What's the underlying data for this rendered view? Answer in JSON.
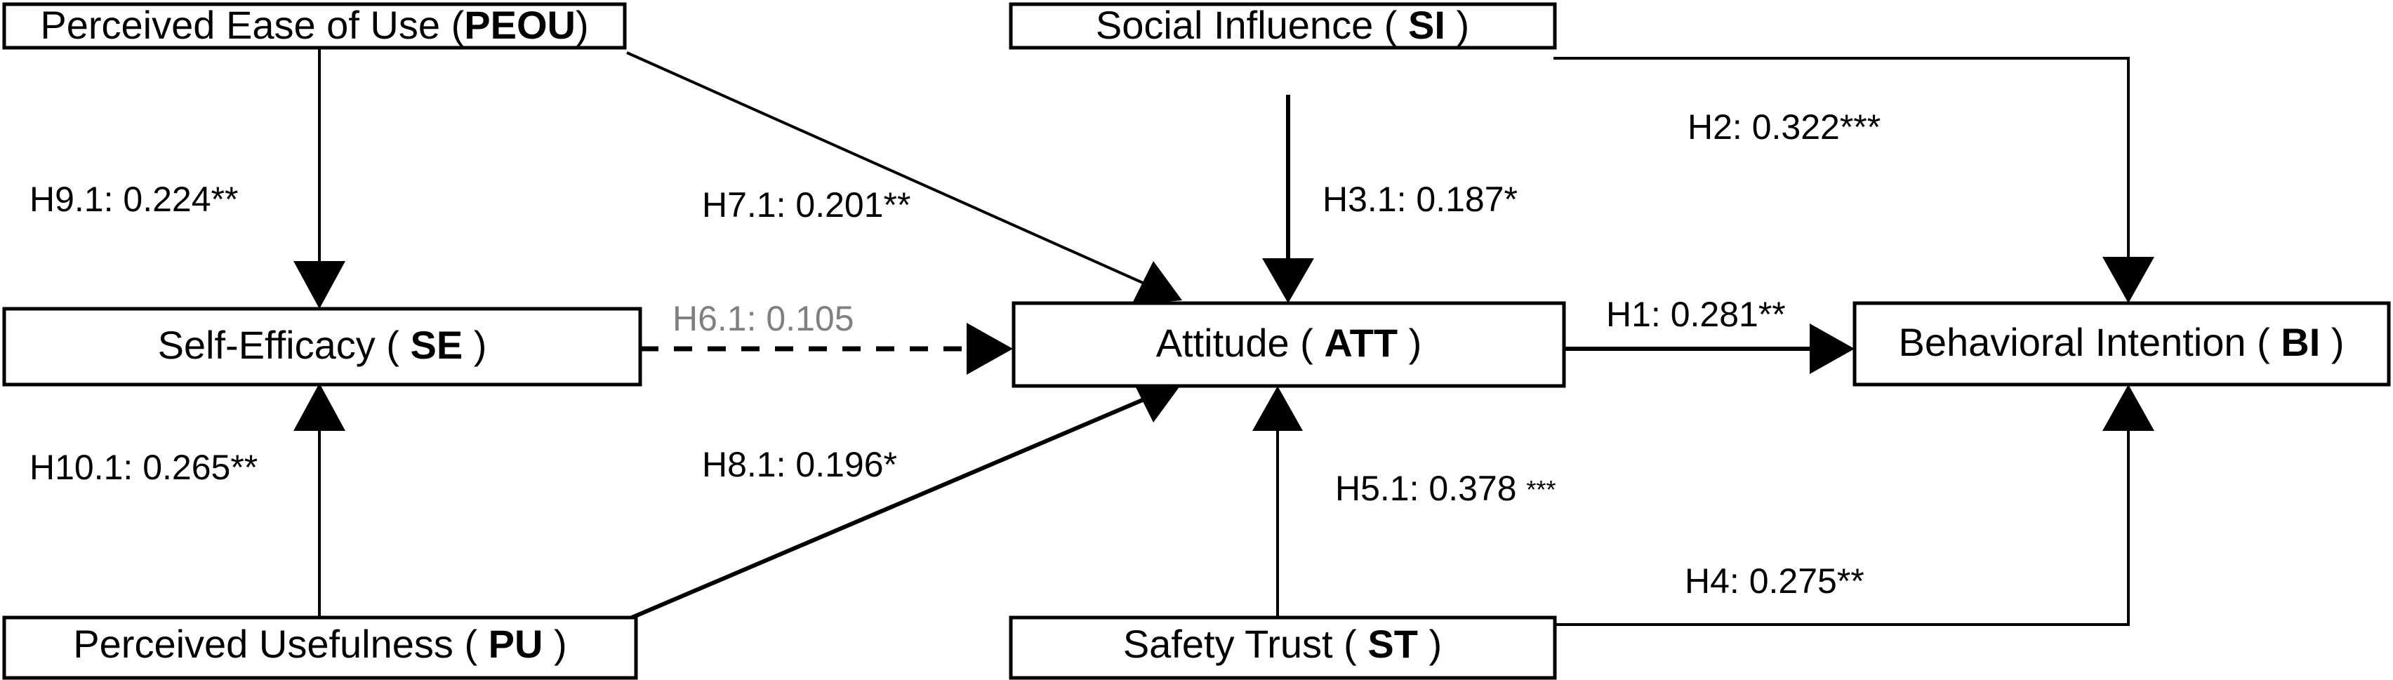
{
  "diagram": {
    "title": "Structural model path diagram",
    "type": "path-diagram",
    "colors": {
      "node_border": "#000000",
      "node_fill": "#ffffff",
      "path_stroke": "#000000",
      "insignificant_label": "#808080",
      "background": "#ffffff"
    },
    "nodes": [
      {
        "id": "PEOU",
        "name": "Perceived Ease of Use",
        "code": "PEOU",
        "label": "Perceived Ease of Use (PEOU)",
        "label_plain": "Perceived Ease of Use (",
        "label_code": "PEOU",
        "label_tail": ")"
      },
      {
        "id": "SI",
        "name": "Social Influence",
        "code": "SI",
        "label": "Social Influence ( SI )",
        "label_plain": "Social Influence ( ",
        "label_code": "SI",
        "label_tail": " )"
      },
      {
        "id": "SE",
        "name": "Self-Efficacy",
        "code": "SE",
        "label": "Self-Efficacy ( SE )",
        "label_plain": "Self-Efficacy ( ",
        "label_code": "SE",
        "label_tail": " )"
      },
      {
        "id": "ATT",
        "name": "Attitude",
        "code": "ATT",
        "label": "Attitude ( ATT )",
        "label_plain": "Attitude ( ",
        "label_code": "ATT",
        "label_tail": " )"
      },
      {
        "id": "BI",
        "name": "Behavioral Intention",
        "code": "BI",
        "label": "Behavioral Intention ( BI )",
        "label_plain": "Behavioral Intention ( ",
        "label_code": "BI",
        "label_tail": " )"
      },
      {
        "id": "PU",
        "name": "Perceived Usefulness",
        "code": "PU",
        "label": "Perceived Usefulness ( PU )",
        "label_plain": "Perceived Usefulness ( ",
        "label_code": "PU",
        "label_tail": " )"
      },
      {
        "id": "ST",
        "name": "Safety Trust",
        "code": "ST",
        "label": "Safety Trust ( ST )",
        "label_plain": "Safety Trust ( ",
        "label_code": "ST",
        "label_tail": " )"
      }
    ],
    "paths": [
      {
        "id": "H1",
        "hypothesis": "H1",
        "coefficient": "0.281",
        "stars": "**",
        "label": "H1: 0.281**",
        "from": "ATT",
        "to": "BI",
        "significant": true,
        "style": "solid"
      },
      {
        "id": "H2",
        "hypothesis": "H2",
        "coefficient": "0.322",
        "stars": "***",
        "label": "H2: 0.322***",
        "from": "SI",
        "to": "BI",
        "significant": true,
        "style": "solid"
      },
      {
        "id": "H3.1",
        "hypothesis": "H3.1",
        "coefficient": "0.187",
        "stars": "*",
        "label": "H3.1: 0.187*",
        "from": "SI",
        "to": "ATT",
        "significant": true,
        "style": "solid"
      },
      {
        "id": "H4",
        "hypothesis": "H4",
        "coefficient": "0.275",
        "stars": "**",
        "label": "H4: 0.275**",
        "from": "ST",
        "to": "BI",
        "significant": true,
        "style": "solid"
      },
      {
        "id": "H5.1",
        "hypothesis": "H5.1",
        "coefficient": "0.378",
        "stars": "***",
        "label": "H5.1:  0.378 ***",
        "label_main": "H5.1:  0.378 ",
        "label_stars": "***",
        "from": "ST",
        "to": "ATT",
        "significant": true,
        "style": "solid"
      },
      {
        "id": "H6.1",
        "hypothesis": "H6.1",
        "coefficient": "0.105",
        "stars": "",
        "label": "H6.1:  0.105",
        "from": "SE",
        "to": "ATT",
        "significant": false,
        "style": "dashed"
      },
      {
        "id": "H7.1",
        "hypothesis": "H7.1",
        "coefficient": "0.201",
        "stars": "**",
        "label": "H7.1: 0.201**",
        "from": "PEOU",
        "to": "ATT",
        "significant": true,
        "style": "solid"
      },
      {
        "id": "H8.1",
        "hypothesis": "H8.1",
        "coefficient": "0.196",
        "stars": "*",
        "label": "H8.1: 0.196*",
        "from": "PU",
        "to": "ATT",
        "significant": true,
        "style": "solid"
      },
      {
        "id": "H9.1",
        "hypothesis": "H9.1",
        "coefficient": "0.224",
        "stars": "**",
        "label": "H9.1: 0.224**",
        "from": "PEOU",
        "to": "SE",
        "significant": true,
        "style": "solid"
      },
      {
        "id": "H10.1",
        "hypothesis": "H10.1",
        "coefficient": "0.265",
        "stars": "**",
        "label": "H10.1: 0.265**",
        "from": "PU",
        "to": "SE",
        "significant": true,
        "style": "solid"
      }
    ]
  }
}
